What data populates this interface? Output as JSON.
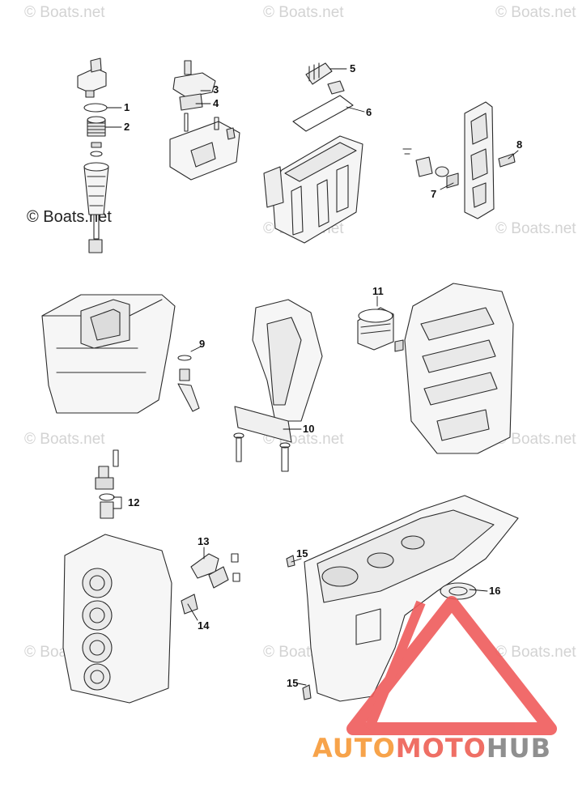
{
  "watermarks": {
    "text": "© Boats.net",
    "strong": "© Boats.net"
  },
  "callouts": [
    "1",
    "2",
    "3",
    "4",
    "5",
    "6",
    "7",
    "8",
    "9",
    "10",
    "11",
    "12",
    "13",
    "14",
    "15",
    "15",
    "16"
  ],
  "logo": {
    "part1": "AUTO",
    "part2": "MOTO",
    "part3": "HUB",
    "colors": {
      "part1": "#f7a34a",
      "part2": "#ef6f65",
      "part3": "#8f8f8f",
      "triangle": "#ef5b5b"
    }
  }
}
